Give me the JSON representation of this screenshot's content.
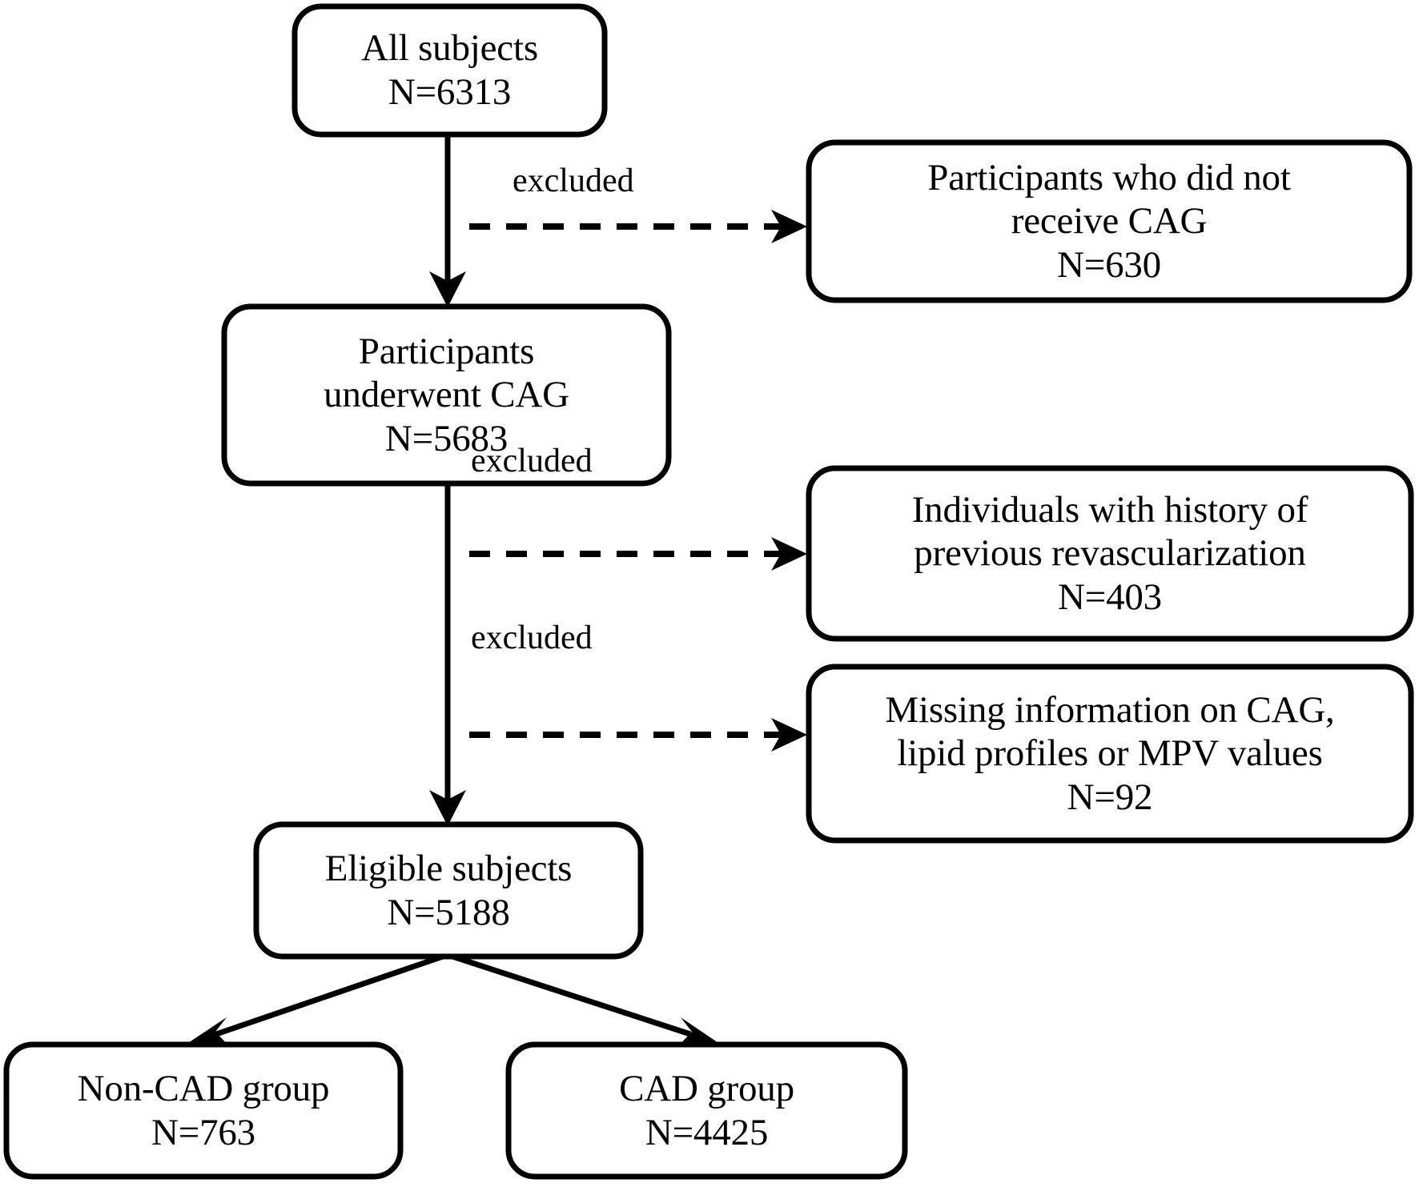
{
  "figure": {
    "type": "flowchart",
    "title": "Study participant selection flow diagram",
    "orientation": "top-to-bottom",
    "colors": {
      "background": "#ffffff",
      "stroke": "#000000",
      "text": "#000000"
    }
  },
  "nodes": {
    "all_subjects": {
      "id": "all-subjects",
      "line1": "All subjects",
      "line2": "N=6313",
      "count": 6313
    },
    "underwent_cag": {
      "id": "participants-underwent-cag",
      "line1": "Participants",
      "line2": "underwent CAG",
      "line3": "N=5683",
      "count": 5683
    },
    "eligible_subjects": {
      "id": "eligible-subjects",
      "line1": "Eligible subjects",
      "line2": "N=5188",
      "count": 5188
    },
    "non_cad_group": {
      "id": "non-cad-group",
      "line1": "Non-CAD group",
      "line2": "N=763",
      "count": 763
    },
    "cad_group": {
      "id": "cad-group",
      "line1": "CAD group",
      "line2": "N=4425",
      "count": 4425
    }
  },
  "excluded_nodes": {
    "no_cag": {
      "id": "excluded-did-not-receive-cag",
      "line1": "Participants who did not",
      "line2": "receive CAG",
      "line3": "N=630",
      "count": 630
    },
    "prior_revascularization": {
      "id": "excluded-previous-revascularization",
      "line1": "Individuals with history of",
      "line2": "previous revascularization",
      "line3": "N=403",
      "count": 403
    },
    "missing_information": {
      "id": "excluded-missing-information",
      "line1": "Missing information on CAG,",
      "line2": "lipid profiles or MPV values",
      "line3": "N=92",
      "count": 92
    }
  },
  "edges": {
    "excluded_label_1": "excluded",
    "excluded_label_2": "excluded",
    "excluded_label_3": "excluded"
  }
}
